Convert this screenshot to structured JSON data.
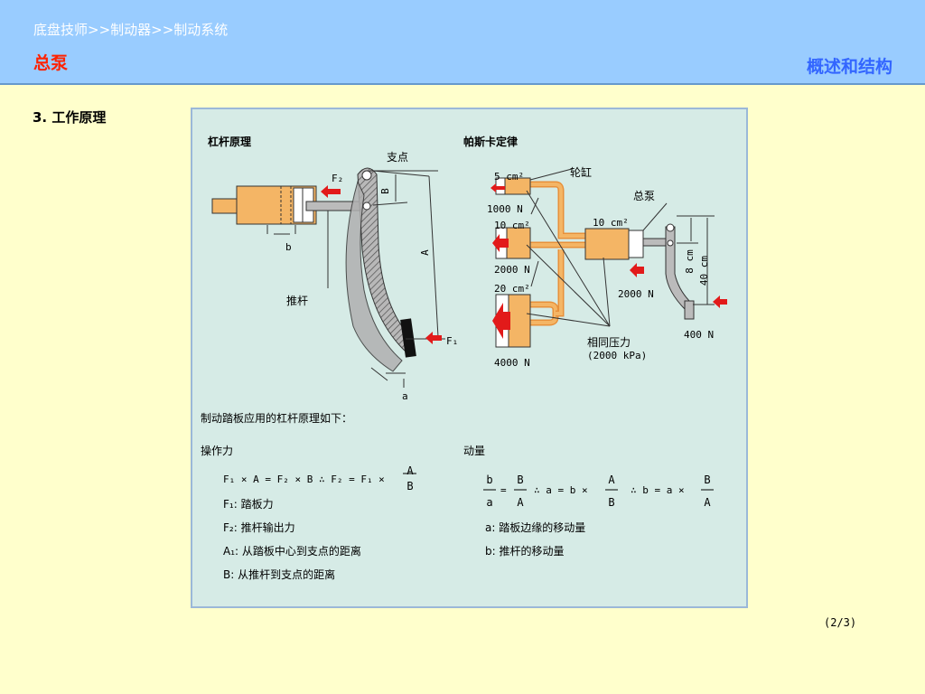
{
  "header": {
    "breadcrumb": "底盘技师>>制动器>>制动系统",
    "topic": "总泵",
    "section": "概述和结构"
  },
  "heading": "3.  工作原理",
  "lever": {
    "title": "杠杆原理",
    "fulcrum": "支点",
    "f2": "F₂",
    "b_small": "b",
    "b_big": "B",
    "a_big": "A",
    "push_rod": "推杆",
    "f1": "F₁",
    "a_small": "a"
  },
  "pascal": {
    "title": "帕斯卡定律",
    "wheel_cylinder": "轮缸",
    "master_cylinder": "总泵",
    "area_5": "5 cm²",
    "force_1000": "1000 N",
    "area_10a": "10 cm²",
    "area_10b": "10 cm²",
    "force_2000a": "2000 N",
    "area_20": "20 cm²",
    "force_2000b": "2000 N",
    "force_4000": "4000 N",
    "same_pressure": "相同压力",
    "pressure_value": "(2000 kPa)",
    "dist_8": "8 cm",
    "dist_40": "40 cm",
    "force_400": "400 N"
  },
  "intro": "制动踏板应用的杠杆原理如下：",
  "operating_force": {
    "title": "操作力",
    "formula_left": "F₁ × A = F₂ × B  ∴  F₂ = F₁ ×",
    "frac_num": "A",
    "frac_den": "B",
    "defs": [
      "F₁: 踏板力",
      "F₂: 推杆输出力",
      "A₁: 从踏板中心到支点的距离",
      "B:  从推杆到支点的距离"
    ]
  },
  "travel": {
    "title": "动量",
    "f1_num": "b",
    "f1_den": "a",
    "f2_num": "B",
    "f2_den": "A",
    "mid": "∴ a = b ×",
    "f3_num": "A",
    "f3_den": "B",
    "mid2": "∴ b = a ×",
    "f4_num": "B",
    "f4_den": "A",
    "eq": "=",
    "defs": [
      "a:  踏板边缘的移动量",
      "b:  推杆的移动量"
    ]
  },
  "page": "(2/3)"
}
